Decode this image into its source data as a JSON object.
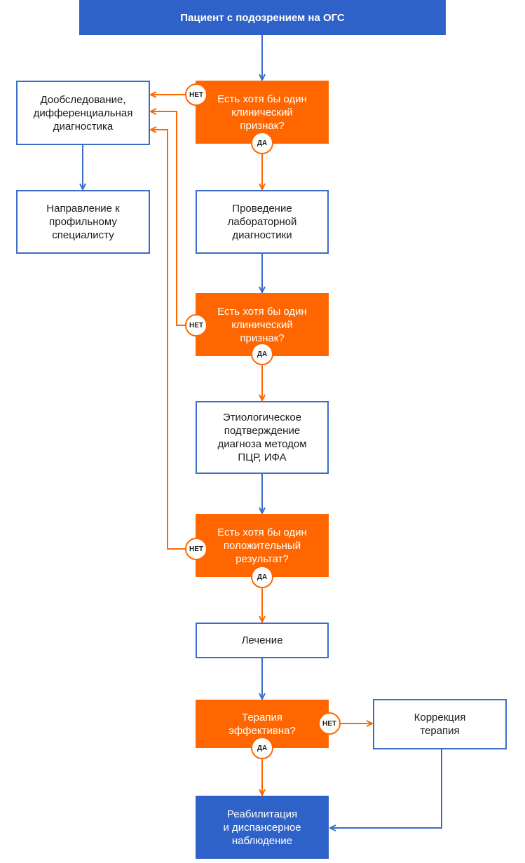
{
  "colors": {
    "blue": "#2f62c9",
    "orange": "#ff6600",
    "line_blue": "#3a6cc8"
  },
  "nodes": {
    "start": "Пациент с подозрением на ОГС",
    "q1": "Есть хотя бы один\nклинический\nпризнак?",
    "additional_exam": "Дообследование,\nдифференциальная\nдиагностика",
    "referral": "Направление к\nпрофильному\nспециалисту",
    "lab_diag": "Проведение\nлабораторной\nдиагностики",
    "q2": "Есть  хотя бы один\nклинический\nпризнак?",
    "etiology": "Этиологическое\nподтверждение\nдиагноза методом\nПЦР, ИФА",
    "q3": "Есть  хотя бы один\nположительный\nрезультат?",
    "treatment": "Лечение",
    "q4": "Терапия\nэффективна?",
    "correction": "Коррекция\nтерапия",
    "rehab": "Реабилитация\nи диспансерное\nнаблюдение"
  },
  "labels": {
    "yes": "ДА",
    "no": "НЕТ"
  }
}
